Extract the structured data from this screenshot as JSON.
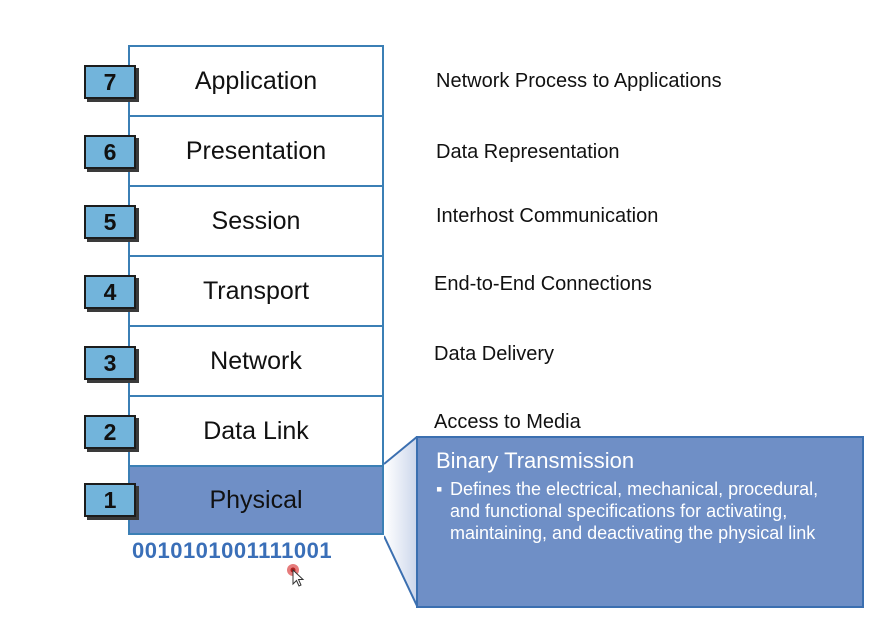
{
  "layers": [
    {
      "number": "7",
      "name": "Application",
      "function": "Network Process to Applications"
    },
    {
      "number": "6",
      "name": "Presentation",
      "function": "Data Representation"
    },
    {
      "number": "5",
      "name": "Session",
      "function": "Interhost Communication"
    },
    {
      "number": "4",
      "name": "Transport",
      "function": "End-to-End Connections"
    },
    {
      "number": "3",
      "name": "Network",
      "function": "Data Delivery"
    },
    {
      "number": "2",
      "name": "Data Link",
      "function": "Access to Media"
    },
    {
      "number": "1",
      "name": "Physical",
      "function": "Binary Transmission"
    }
  ],
  "binary_stream": "0010101001111001",
  "callout": {
    "title": "Binary Transmission",
    "bullet": "Defines the electrical, mechanical, procedural, and functional specifications for activating, maintaining, and deactivating the physical link"
  },
  "colors": {
    "border": "#3b7fb5",
    "number_box": "#72b4db",
    "highlight": "#6f8fc6",
    "binary_text": "#3a6fb8"
  },
  "icons": [
    "mouse-pointer-icon"
  ]
}
